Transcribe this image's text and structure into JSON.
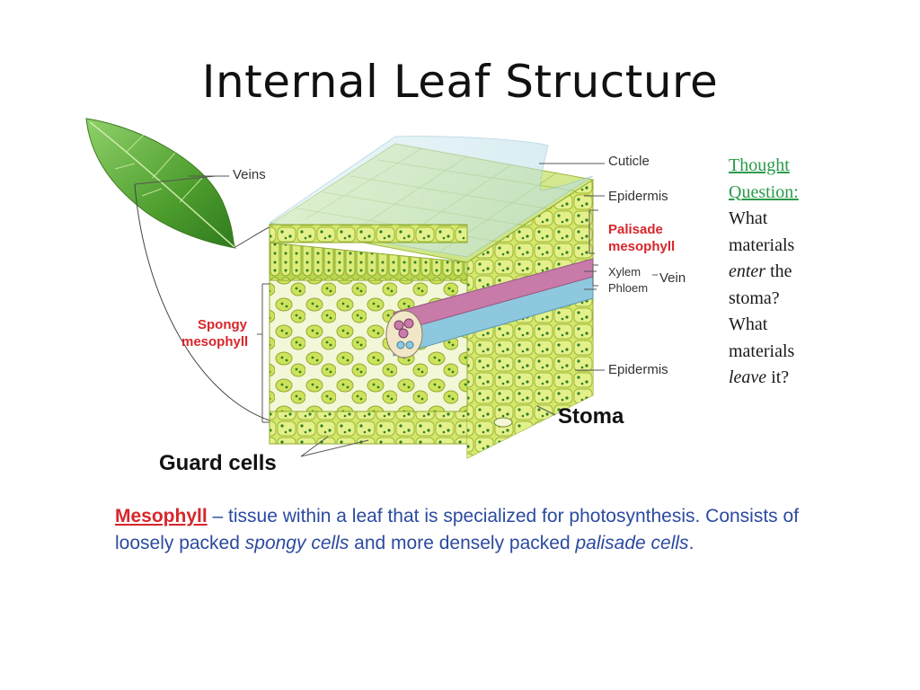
{
  "title": "Internal Leaf Structure",
  "labels": {
    "veins": "Veins",
    "cuticle": "Cuticle",
    "epidermis_top": "Epidermis",
    "palisade_line1": "Palisade",
    "palisade_line2": "mesophyll",
    "xylem": "Xylem",
    "phloem": "Phloem",
    "vein": "Vein",
    "spongy_line1": "Spongy",
    "spongy_line2": "mesophyll",
    "epidermis_bottom": "Epidermis",
    "stoma": "Stoma",
    "guard_cells": "Guard cells"
  },
  "thought": {
    "heading1": "Thought",
    "heading2": "Question:",
    "l1": "What",
    "l2": "materials",
    "l3_em": "enter",
    "l3_rest": " the",
    "l4": "stoma?",
    "l5": "What",
    "l6": "materials",
    "l7_em": "leave",
    "l7_rest": " it?"
  },
  "definition": {
    "term": "Mesophyll",
    "dash": " – ",
    "text1": "tissue within a leaf that is specialized for photosynthesis. Consists of loosely packed ",
    "spongy": "spongy cells",
    "text2": " and more densely packed ",
    "palisade": "palisade cells",
    "end": "."
  },
  "colors": {
    "leaf_green": "#5fae3a",
    "cell_yellow": "#d8e86a",
    "chloroplast": "#2f7d22",
    "xylem_pink": "#c87aa8",
    "phloem_blue": "#8ec8df",
    "label_red": "#d7262b",
    "thought_green": "#2a9a4a",
    "definition_blue": "#2b4aa0"
  }
}
